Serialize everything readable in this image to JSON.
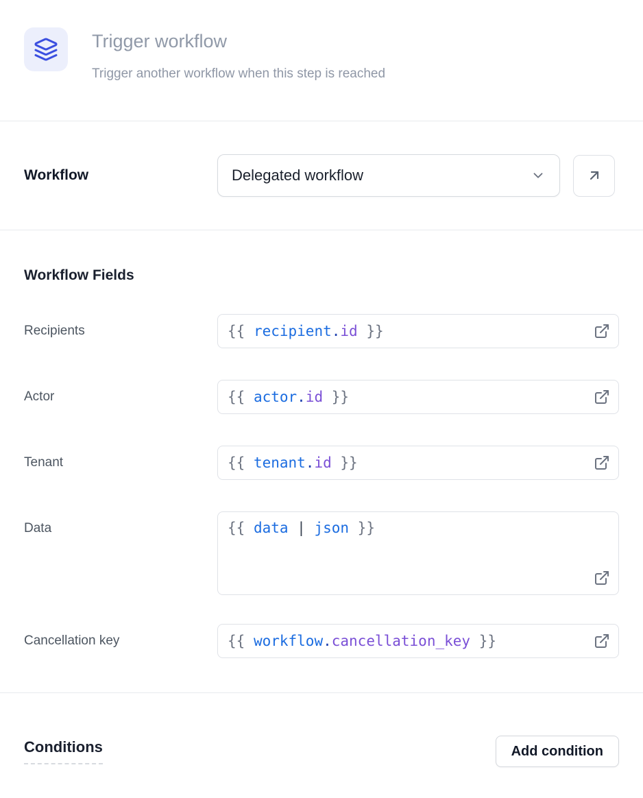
{
  "header": {
    "title": "Trigger workflow",
    "subtitle": "Trigger another workflow when this step is reached",
    "icon": "layers-icon"
  },
  "workflow_selector": {
    "label": "Workflow",
    "selected_option": "Delegated workflow",
    "chevron_icon": "chevron-down-icon",
    "open_button_icon": "arrow-up-right-icon"
  },
  "workflow_fields": {
    "heading": "Workflow Fields",
    "fields": [
      {
        "label": "Recipients",
        "code_parts": [
          {
            "text": "{{ "
          },
          {
            "text": "recipient"
          },
          {
            "text": "."
          },
          {
            "text": "id"
          },
          {
            "text": " }}"
          }
        ]
      },
      {
        "label": "Actor",
        "code_parts": [
          {
            "text": "{{ "
          },
          {
            "text": "actor"
          },
          {
            "text": "."
          },
          {
            "text": "id"
          },
          {
            "text": " }}"
          }
        ]
      },
      {
        "label": "Tenant",
        "code_parts": [
          {
            "text": "{{ "
          },
          {
            "text": "tenant"
          },
          {
            "text": "."
          },
          {
            "text": "id"
          },
          {
            "text": " }}"
          }
        ]
      },
      {
        "label": "Data",
        "code_parts": [
          {
            "text": "{{ "
          },
          {
            "text": "data"
          },
          {
            "text": " | "
          },
          {
            "text": "json"
          },
          {
            "text": " }}"
          }
        ]
      },
      {
        "label": "Cancellation key",
        "code_parts": [
          {
            "text": "{{ "
          },
          {
            "text": "workflow"
          },
          {
            "text": "."
          },
          {
            "text": "cancellation_key"
          },
          {
            "text": " }}"
          }
        ]
      }
    ],
    "field_action_icon": "external-link-icon"
  },
  "conditions": {
    "heading": "Conditions",
    "add_button_label": "Add condition"
  },
  "colors": {
    "accent_icon_blue": "#3b4fe0",
    "accent_icon_bg": "#eceffc",
    "code_punctuation": "#6b7280",
    "code_variable": "#1b6ce0",
    "code_dot": "#1e40af",
    "code_property": "#7a4fd6",
    "code_pipe": "#374151",
    "muted_title_gray": "#9099a8",
    "divider": "#e8eaee"
  }
}
